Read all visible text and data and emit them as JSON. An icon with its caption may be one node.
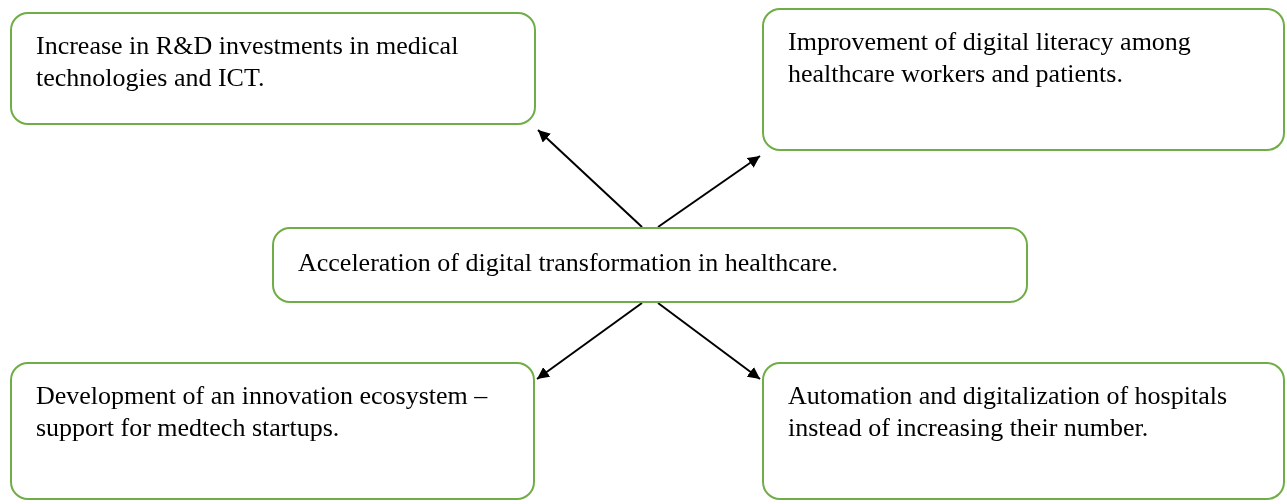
{
  "diagram": {
    "nodes": [
      {
        "text": [
          "Increase in R&D investments in medical technologies and ICT."
        ]
      },
      {
        "text": [
          "Improvement of digital literacy among healthcare workers and patients."
        ]
      },
      {
        "text": [
          "Acceleration of digital transformation in healthcare."
        ]
      },
      {
        "text": [
          "Development of an innovation ecosystem – support for medtech startups."
        ]
      },
      {
        "text": [
          "Automation and digitalization of hospitals instead of increasing their number."
        ]
      }
    ],
    "edges": [
      {
        "from": 2,
        "to": 0,
        "arrow": "to"
      },
      {
        "from": 2,
        "to": 1,
        "arrow": "to"
      },
      {
        "from": 2,
        "to": 3,
        "arrow": "to"
      },
      {
        "from": 2,
        "to": 4,
        "arrow": "to"
      }
    ]
  }
}
